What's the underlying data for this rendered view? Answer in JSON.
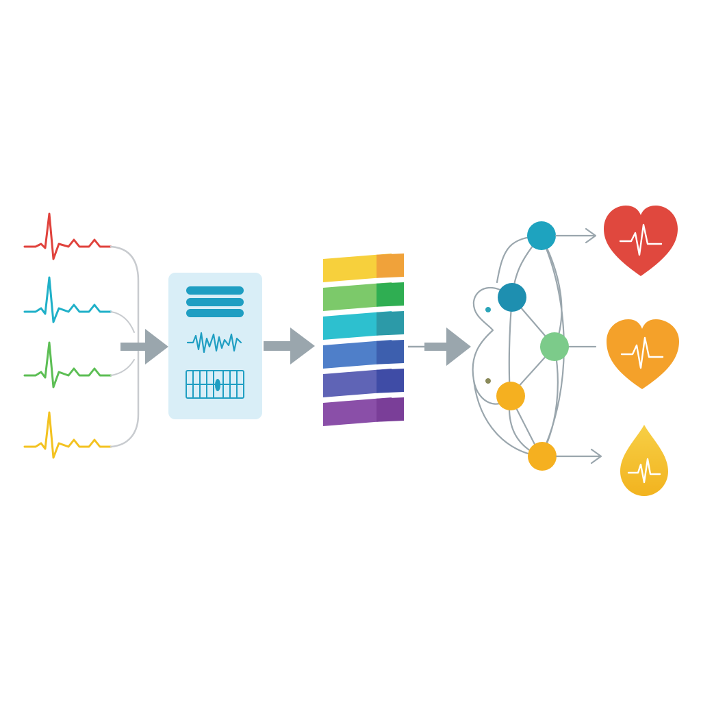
{
  "colors": {
    "background": "#ffffff",
    "connector": "#c8cbcf",
    "arrow": "#9aa6ad",
    "network_edge": "#9aa6ad",
    "preprocess_panel": "#d9eef7",
    "preprocess_ink": "#1f9ec2",
    "heart_white_line": "#ffffff"
  },
  "input_signals": [
    {
      "name": "ecg-lead-red",
      "color": "#e0423c"
    },
    {
      "name": "ecg-lead-teal",
      "color": "#1fb0c8"
    },
    {
      "name": "ecg-lead-green",
      "color": "#5cbe54"
    },
    {
      "name": "ecg-lead-yellow",
      "color": "#f3c220"
    }
  ],
  "preprocessing": {
    "icons": [
      "menu-lines-icon",
      "waveform-icon",
      "spectrogram-grid-icon"
    ]
  },
  "feature_layers": [
    {
      "name": "layer-yellow",
      "top": "#f7d03c",
      "side": "#f0a23a"
    },
    {
      "name": "layer-green",
      "top": "#7cc96a",
      "side": "#2fae52"
    },
    {
      "name": "layer-teal",
      "top": "#2dc0cf",
      "side": "#2c9aa8"
    },
    {
      "name": "layer-blue",
      "top": "#4f7fc9",
      "side": "#3d5fae"
    },
    {
      "name": "layer-indigo",
      "top": "#5f64b6",
      "side": "#3f4ca6"
    },
    {
      "name": "layer-purple",
      "top": "#8a4fa8",
      "side": "#7a3e98"
    }
  ],
  "network_nodes": [
    {
      "name": "node-teal-top",
      "color": "#1ea3bf"
    },
    {
      "name": "node-teal-mid",
      "color": "#1e8fb0"
    },
    {
      "name": "node-green",
      "color": "#7ccb8a"
    },
    {
      "name": "node-orange-mid",
      "color": "#f5b020"
    },
    {
      "name": "node-orange-bottom",
      "color": "#f5b020"
    }
  ],
  "outputs": [
    {
      "name": "heart-red-icon",
      "color": "#e0483e"
    },
    {
      "name": "heart-orange-icon",
      "color": "#f4a12a"
    },
    {
      "name": "drop-yellow-icon",
      "color": "#f5c531"
    }
  ]
}
